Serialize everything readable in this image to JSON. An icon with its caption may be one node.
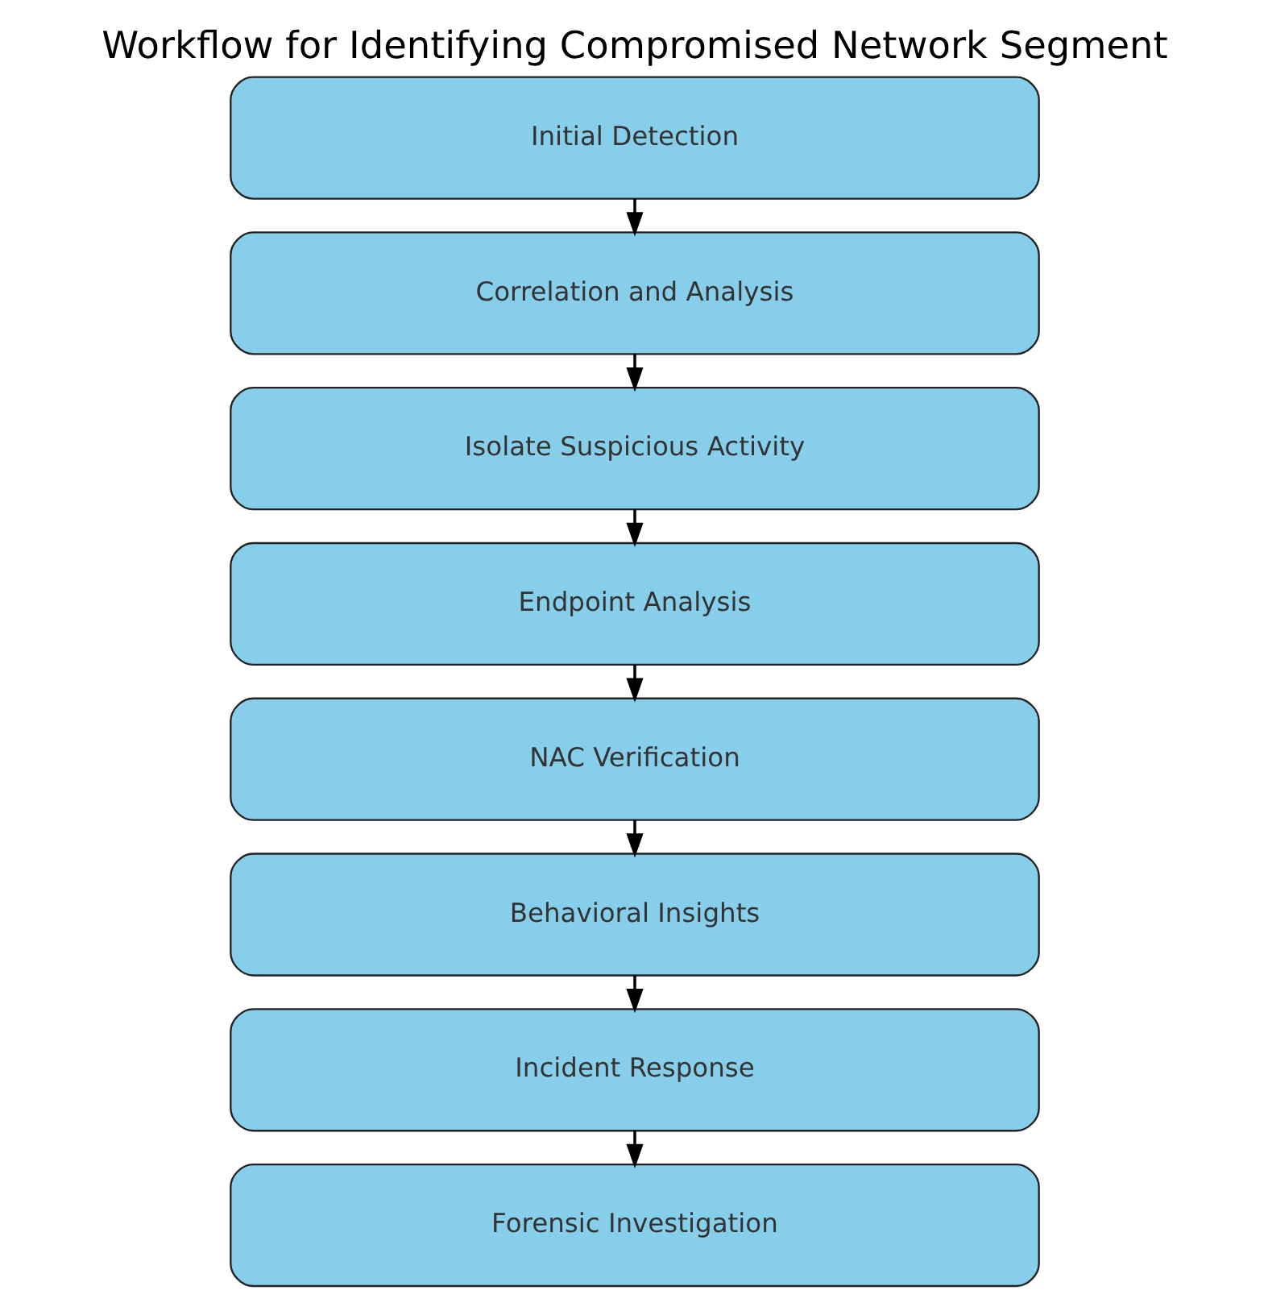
{
  "diagram": {
    "title": "Workflow for Identifying Compromised Network Segment",
    "nodes": [
      {
        "text": [
          "Initial Detection"
        ]
      },
      {
        "text": [
          "Correlation and Analysis"
        ]
      },
      {
        "text": [
          "Isolate Suspicious Activity"
        ]
      },
      {
        "text": [
          "Endpoint Analysis"
        ]
      },
      {
        "text": [
          "NAC Verification"
        ]
      },
      {
        "text": [
          "Behavioral Insights"
        ]
      },
      {
        "text": [
          "Incident Response"
        ]
      },
      {
        "text": [
          "Forensic Investigation"
        ]
      }
    ],
    "edges": [
      {
        "from": 0,
        "to": 1,
        "arrow": "to"
      },
      {
        "from": 1,
        "to": 2,
        "arrow": "to"
      },
      {
        "from": 2,
        "to": 3,
        "arrow": "to"
      },
      {
        "from": 3,
        "to": 4,
        "arrow": "to"
      },
      {
        "from": 4,
        "to": 5,
        "arrow": "to"
      },
      {
        "from": 5,
        "to": 6,
        "arrow": "to"
      },
      {
        "from": 6,
        "to": 7,
        "arrow": "to"
      }
    ]
  }
}
